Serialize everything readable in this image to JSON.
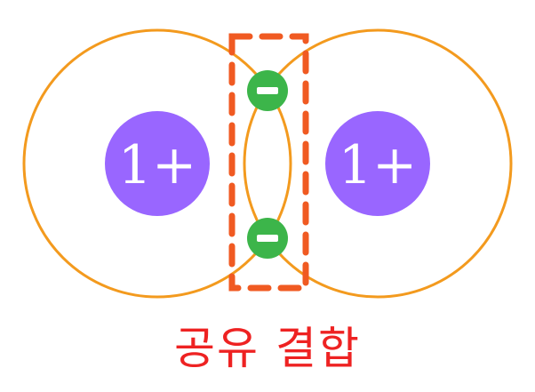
{
  "caption": "공유 결합",
  "nuclei": [
    {
      "label": "1+"
    },
    {
      "label": "1+"
    }
  ],
  "electrons": [
    {
      "charge": "−"
    },
    {
      "charge": "−"
    }
  ],
  "colors": {
    "shell": "#f39a1e",
    "nucleus": "#9966ff",
    "electron": "#3cb54a",
    "bond_box": "#f05a22",
    "caption": "#ee2222"
  }
}
